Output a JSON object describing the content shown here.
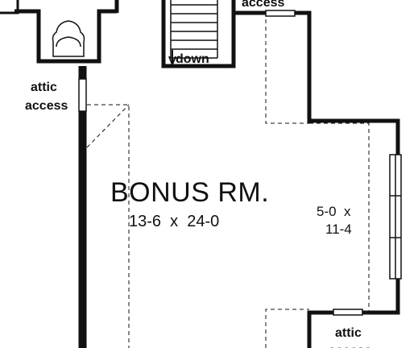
{
  "room": {
    "name": "BONUS RM.",
    "dimensions": "13-6  x  24-0"
  },
  "alcove": {
    "line1": "5-0  x",
    "line2": "11-4"
  },
  "stairs": {
    "label": "down"
  },
  "attic_left": {
    "line1": "attic",
    "line2": "access"
  },
  "attic_top": {
    "line2": "access"
  },
  "attic_bottom": {
    "line1": "attic",
    "line2": "access"
  },
  "colors": {
    "wall": "#111111",
    "background": "#ffffff"
  }
}
